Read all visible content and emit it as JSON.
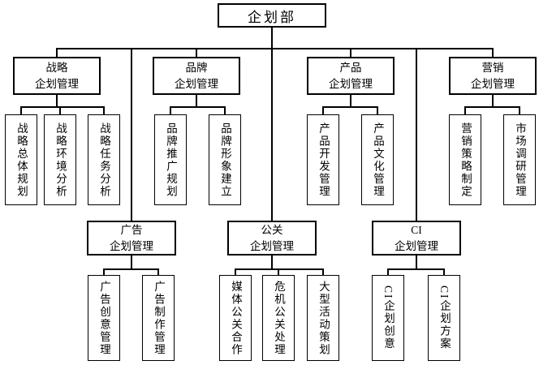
{
  "root": {
    "label": "企划部"
  },
  "branches": [
    {
      "label": "战略\n企划管理",
      "children": [
        "战略总体规划",
        "战略环境分析",
        "战略任务分析"
      ]
    },
    {
      "label": "品牌\n企划管理",
      "children": [
        "品牌推广规划",
        "品牌形象建立"
      ]
    },
    {
      "label": "产品\n企划管理",
      "children": [
        "产品开发管理",
        "产品文化管理"
      ]
    },
    {
      "label": "营销\n企划管理",
      "children": [
        "营销策略制定",
        "市场调研管理"
      ]
    },
    {
      "label": "广告\n企划管理",
      "children": [
        "广告创意管理",
        "广告制作管理"
      ]
    },
    {
      "label": "公关\n企划管理",
      "children": [
        "媒体公关合作",
        "危机公关处理",
        "大型活动策划"
      ]
    },
    {
      "label": "CI\n企划管理",
      "children": [
        "CI企划创意",
        "CI企划方案"
      ]
    }
  ],
  "colors": {
    "background": "#ffffff",
    "box_fill": "#ffffff",
    "box_border": "#000000",
    "line": "#000000",
    "text": "#000000"
  }
}
